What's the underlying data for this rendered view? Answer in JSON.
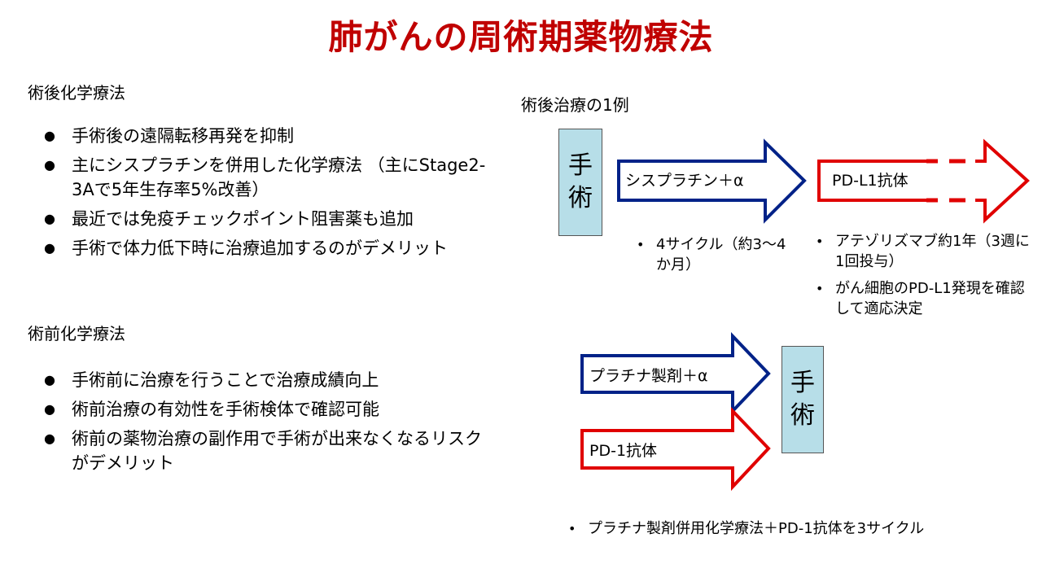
{
  "title": "肺がんの周術期薬物療法",
  "postop": {
    "heading": "術後化学療法",
    "bullets": [
      "手術後の遠隔転移再発を抑制",
      "主にシスプラチンを併用した化学療法 （主にStage2-3Aで5年生存率5%改善）",
      "最近では免疫チェックポイント阻害薬も追加",
      "手術で体力低下時に治療追加するのがデメリット"
    ]
  },
  "preop": {
    "heading": "術前化学療法",
    "bullets": [
      "手術前に治療を行うことで治療成績向上",
      "術前治療の有効性を手術検体で確認可能",
      "術前の薬物治療の副作用で手術が出来なくなるリスクがデメリット"
    ]
  },
  "diagram_post": {
    "caption": "術後治療の1例",
    "surgery_label": "手術",
    "arrow1_label": "シスプラチン＋α",
    "arrow2_label": "PD-L1抗体",
    "note1": "4サイクル（約3〜4か月）",
    "notes2": [
      "アテゾリズマブ約1年（3週に1回投与）",
      "がん細胞のPD-L1発現を確認して適応決定"
    ]
  },
  "diagram_pre": {
    "arrow1_label": "プラチナ製剤＋α",
    "arrow2_label": "PD-1抗体",
    "surgery_label": "手術",
    "note": "プラチナ製剤併用化学療法＋PD-1抗体を3サイクル"
  },
  "colors": {
    "title": "#c00000",
    "blue_arrow": "#002288",
    "red_arrow": "#e00000",
    "surgery_box": "#b7dee8"
  }
}
